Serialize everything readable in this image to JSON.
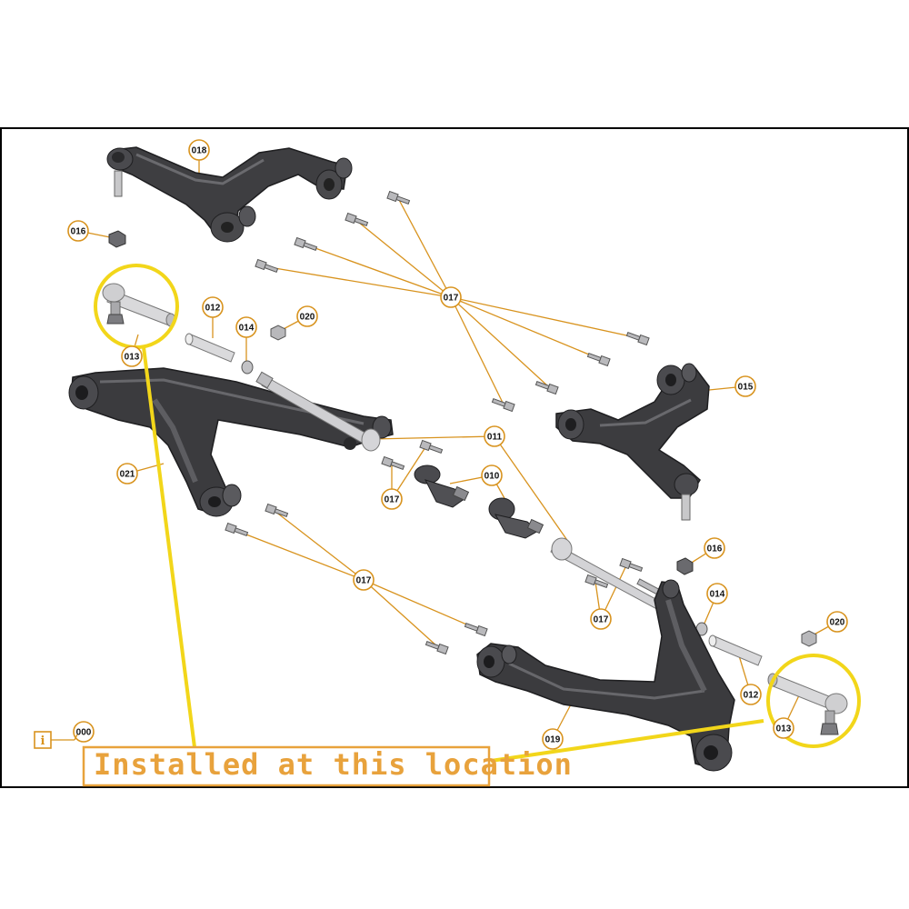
{
  "diagram": {
    "install_note": "Installed at this location",
    "info_icon": "info-icon",
    "colors": {
      "callout_ring": "#d8931e",
      "leader_line": "#d8931e",
      "highlight": "#f2d61a",
      "part_dark": "#3a3a3c",
      "part_mid": "#5a5a5d",
      "part_light": "#c9c9cb",
      "border": "#000000"
    },
    "callouts": [
      {
        "id": "018",
        "label": "018"
      },
      {
        "id": "016a",
        "label": "016"
      },
      {
        "id": "013a",
        "label": "013"
      },
      {
        "id": "012a",
        "label": "012"
      },
      {
        "id": "014a",
        "label": "014"
      },
      {
        "id": "020a",
        "label": "020"
      },
      {
        "id": "017a",
        "label": "017"
      },
      {
        "id": "015",
        "label": "015"
      },
      {
        "id": "011",
        "label": "011"
      },
      {
        "id": "021",
        "label": "021"
      },
      {
        "id": "017b",
        "label": "017"
      },
      {
        "id": "010",
        "label": "010"
      },
      {
        "id": "016b",
        "label": "016"
      },
      {
        "id": "017c",
        "label": "017"
      },
      {
        "id": "017d",
        "label": "017"
      },
      {
        "id": "014b",
        "label": "014"
      },
      {
        "id": "020b",
        "label": "020"
      },
      {
        "id": "012b",
        "label": "012"
      },
      {
        "id": "013b",
        "label": "013"
      },
      {
        "id": "019",
        "label": "019"
      },
      {
        "id": "000",
        "label": "000"
      }
    ]
  }
}
